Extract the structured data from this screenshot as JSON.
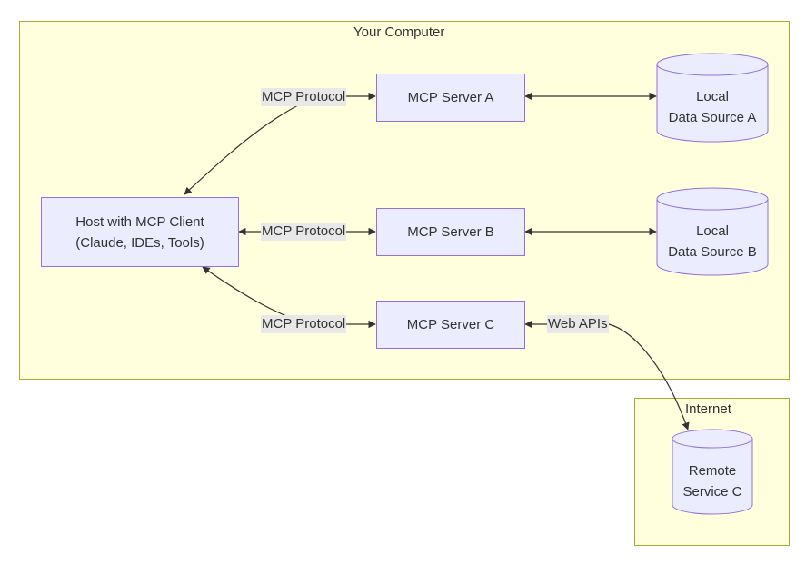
{
  "clusters": {
    "computer_title": "Your Computer",
    "internet_title": "Internet"
  },
  "nodes": {
    "host": "Host with MCP Client\n(Claude, IDEs, Tools)",
    "server_a": "MCP Server A",
    "server_b": "MCP Server B",
    "server_c": "MCP Server C",
    "data_a": "Local\nData Source A",
    "data_b": "Local\nData Source B",
    "remote_c": "Remote\nService C"
  },
  "edge_labels": {
    "protocol_a": "MCP Protocol",
    "protocol_b": "MCP Protocol",
    "protocol_c": "MCP Protocol",
    "web_apis": "Web APIs"
  },
  "colors": {
    "cluster_fill": "#ffffde",
    "cluster_border": "#aaaa33",
    "node_fill": "#ececff",
    "node_border": "#9370db",
    "edge": "#333333",
    "edge_label_bg": "#e8e8e8"
  }
}
